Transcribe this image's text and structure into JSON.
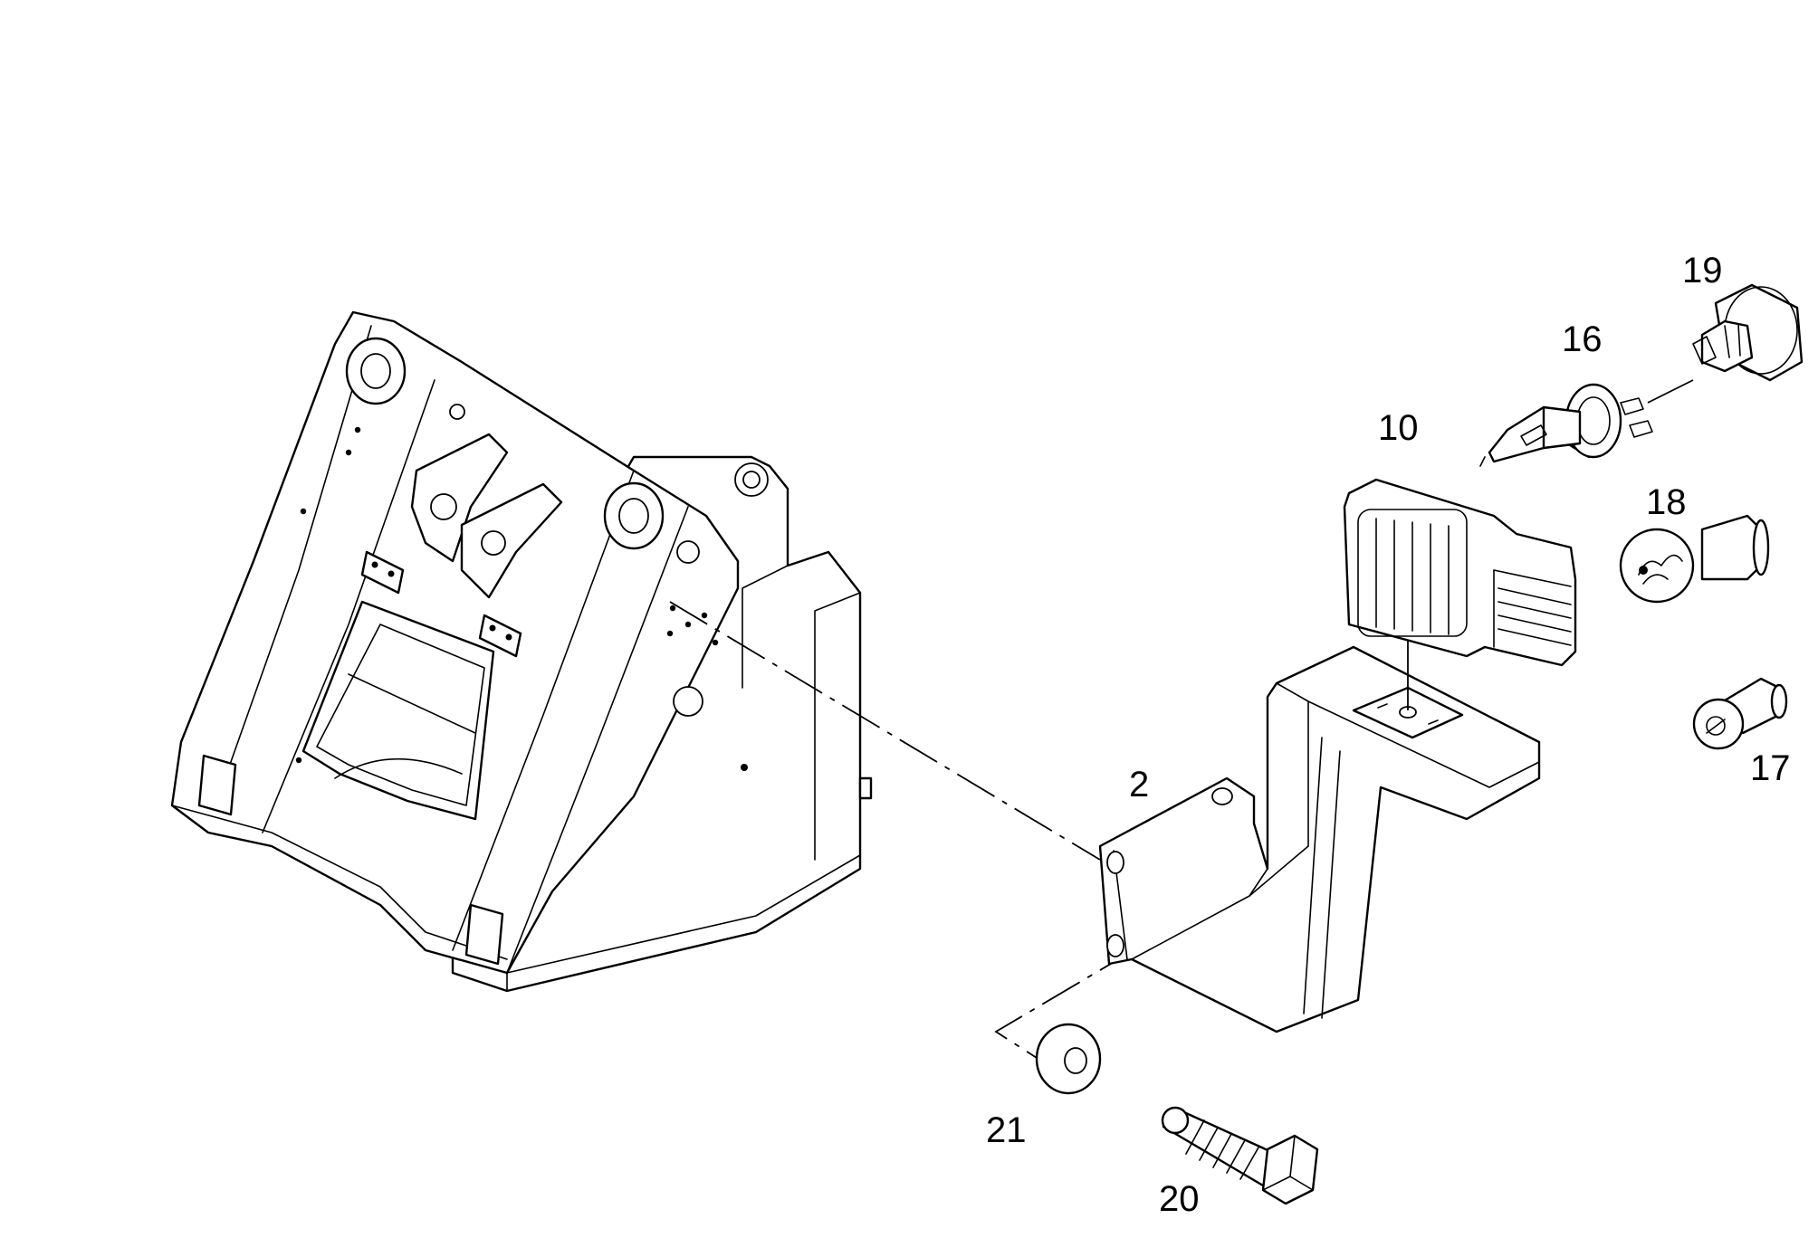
{
  "callouts": {
    "p2": "2",
    "p10": "10",
    "p16": "16",
    "p17": "17",
    "p18": "18",
    "p19": "19",
    "p20": "20",
    "p21": "21"
  }
}
